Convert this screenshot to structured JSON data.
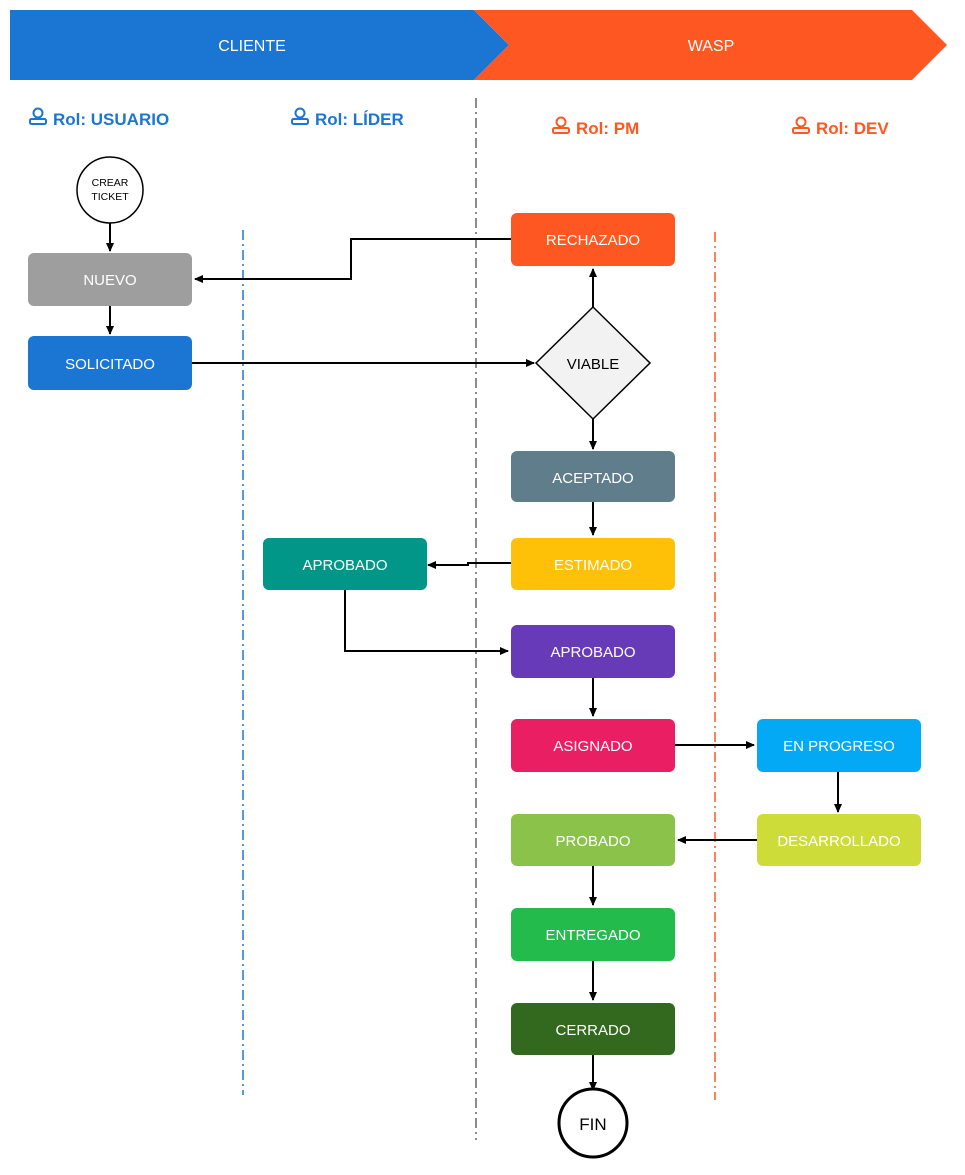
{
  "header": {
    "cliente_label": "CLIENTE",
    "wasp_label": "WASP",
    "cliente_color": "#1B76D3",
    "wasp_color": "#FF5722"
  },
  "roles": {
    "usuario": "Rol: USUARIO",
    "lider": "Rol: LÍDER",
    "pm": "Rol: PM",
    "dev": "Rol: DEV",
    "cliente_role_color": "#1B76D3",
    "wasp_role_color": "#FF5722"
  },
  "nodes": {
    "crear_ticket": [
      "CREAR",
      "TICKET"
    ],
    "nuevo": {
      "label": "NUEVO",
      "color": "#9E9E9E"
    },
    "solicitado": {
      "label": "SOLICITADO",
      "color": "#1B76D3"
    },
    "rechazado": {
      "label": "RECHAZADO",
      "color": "#FF5722"
    },
    "viable": {
      "label": "VIABLE",
      "color": "#F2F2F2"
    },
    "aceptado": {
      "label": "ACEPTADO",
      "color": "#607D8B"
    },
    "estimado": {
      "label": "ESTIMADO",
      "color": "#FFC107"
    },
    "aprobado_lider": {
      "label": "APROBADO",
      "color": "#009688"
    },
    "aprobado_pm": {
      "label": "APROBADO",
      "color": "#673AB7"
    },
    "asignado": {
      "label": "ASIGNADO",
      "color": "#E91E63"
    },
    "en_progreso": {
      "label": "EN PROGRESO",
      "color": "#03A9F4"
    },
    "desarrollado": {
      "label": "DESARROLLADO",
      "color": "#CDDC39"
    },
    "probado": {
      "label": "PROBADO",
      "color": "#8BC34A"
    },
    "entregado": {
      "label": "ENTREGADO",
      "color": "#22BB4C"
    },
    "cerrado": {
      "label": "CERRADO",
      "color": "#33691E"
    },
    "fin": {
      "label": "FIN"
    }
  }
}
